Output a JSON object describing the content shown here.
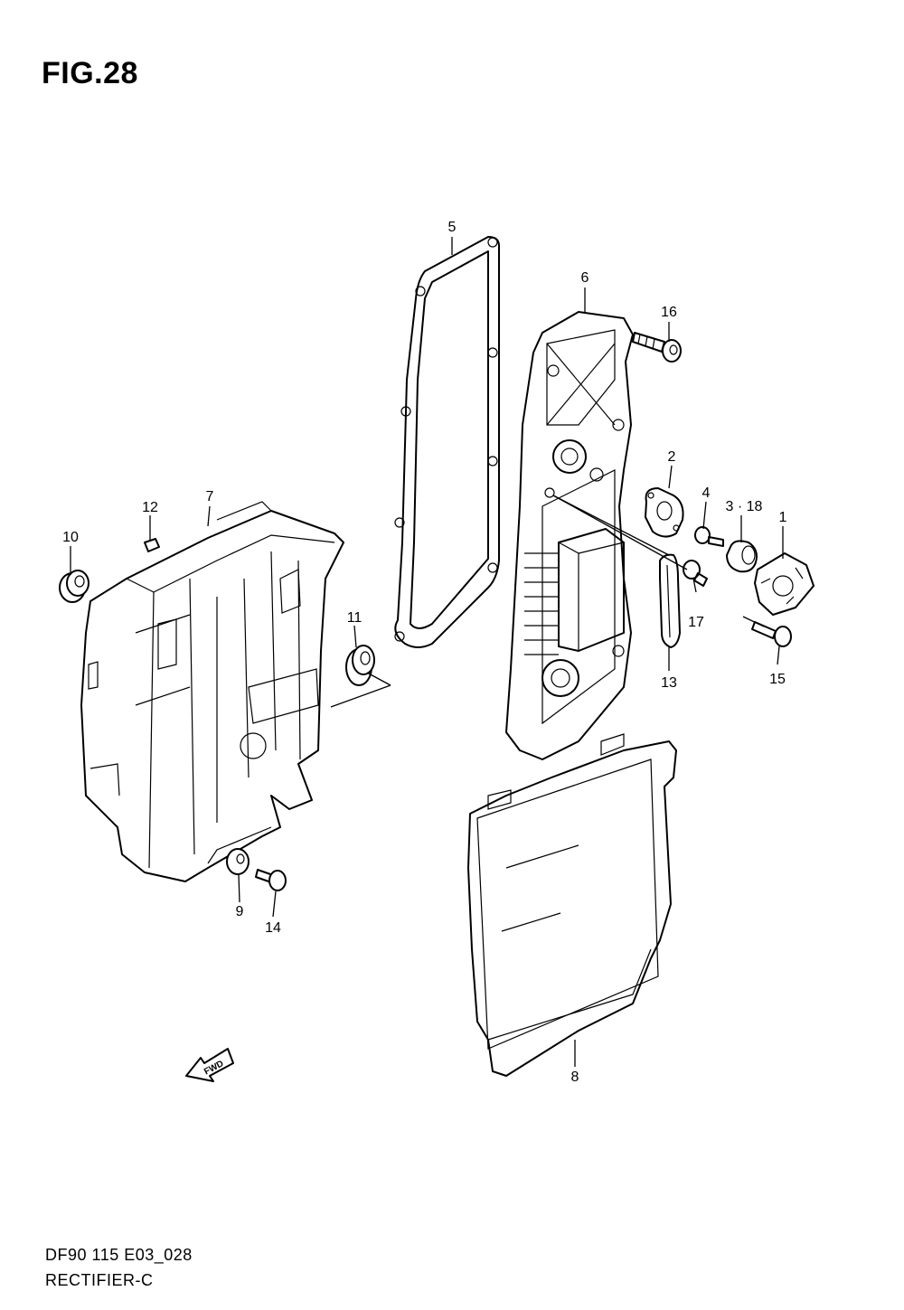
{
  "figure_title": "FIG.28",
  "footer": {
    "model_code": "DF90 115 E03_028",
    "section_name": "RECTIFIER-C"
  },
  "fwd_label": "FWD",
  "callouts": [
    {
      "id": "1",
      "label": "1"
    },
    {
      "id": "2",
      "label": "2"
    },
    {
      "id": "3-18",
      "label": "3 · 18"
    },
    {
      "id": "4",
      "label": "4"
    },
    {
      "id": "5",
      "label": "5"
    },
    {
      "id": "6",
      "label": "6"
    },
    {
      "id": "7",
      "label": "7"
    },
    {
      "id": "8",
      "label": "8"
    },
    {
      "id": "9",
      "label": "9"
    },
    {
      "id": "10",
      "label": "10"
    },
    {
      "id": "11",
      "label": "11"
    },
    {
      "id": "12",
      "label": "12"
    },
    {
      "id": "13",
      "label": "13"
    },
    {
      "id": "14",
      "label": "14"
    },
    {
      "id": "15",
      "label": "15"
    },
    {
      "id": "16",
      "label": "16"
    },
    {
      "id": "17",
      "label": "17"
    }
  ]
}
